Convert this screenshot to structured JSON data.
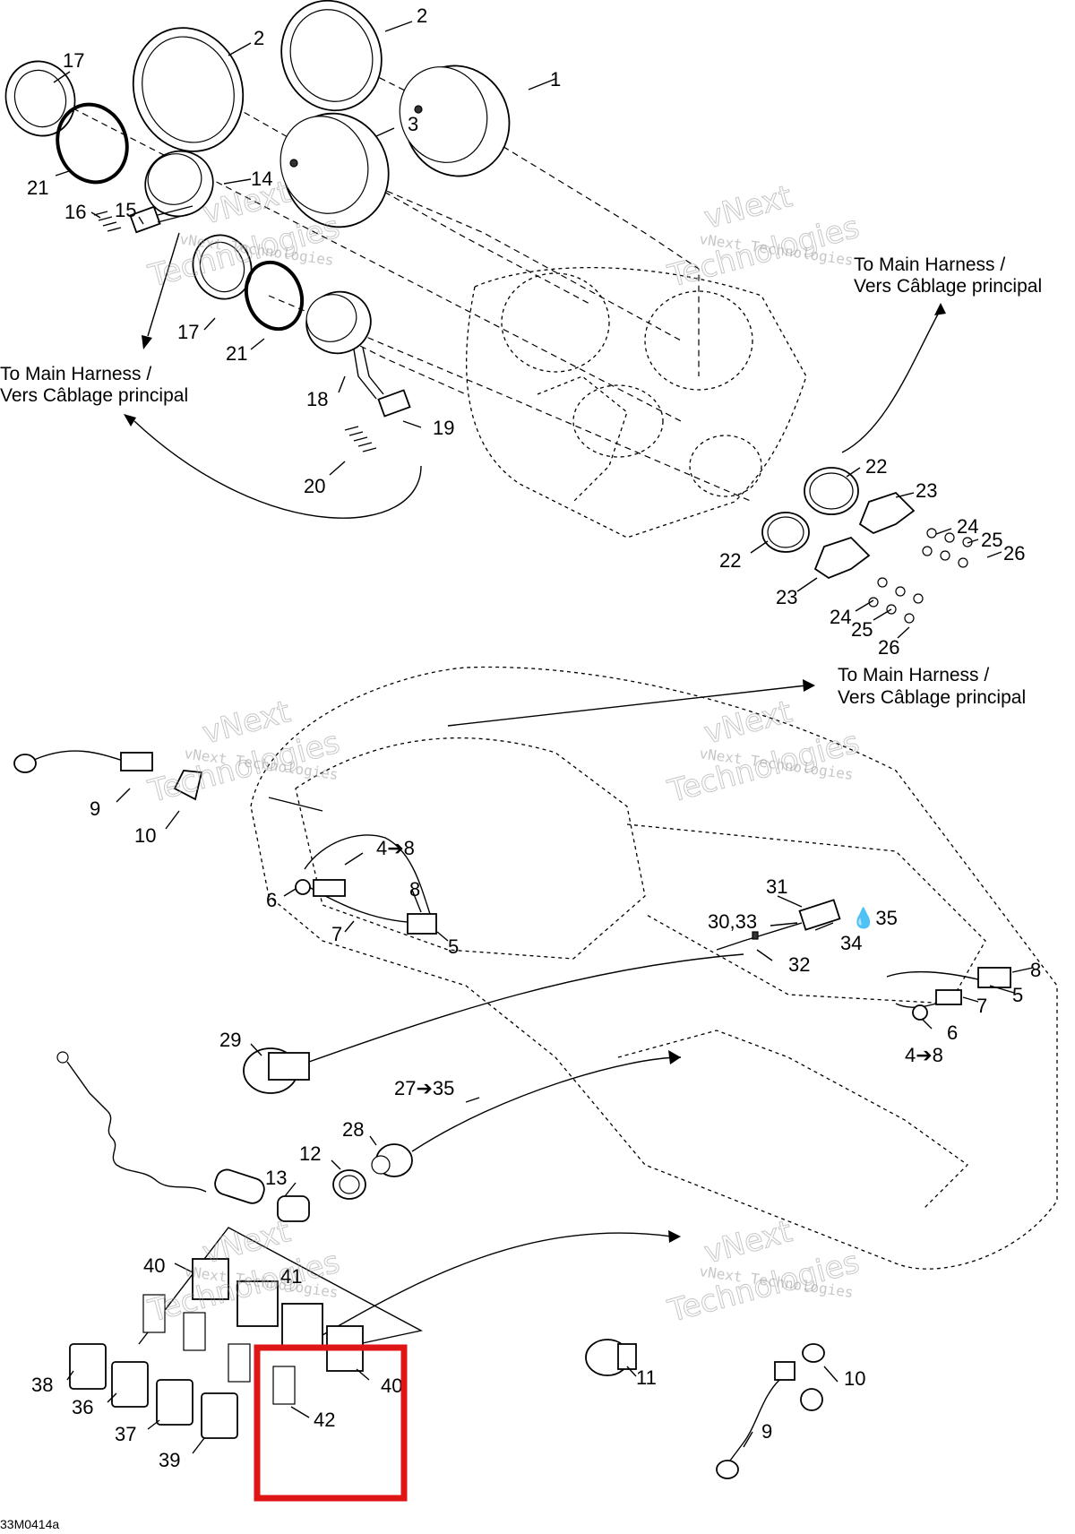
{
  "callouts": {
    "c1": "1",
    "c2a": "2",
    "c2b": "2",
    "c3": "3",
    "c14": "14",
    "c15": "15",
    "c16": "16",
    "c17a": "17",
    "c17b": "17",
    "c18": "18",
    "c19": "19",
    "c20": "20",
    "c21a": "21",
    "c21b": "21",
    "c22a": "22",
    "c22b": "22",
    "c23a": "23",
    "c23b": "23",
    "c24a": "24",
    "c24b": "24",
    "c25a": "25",
    "c25b": "25",
    "c26a": "26",
    "c26b": "26",
    "c9a": "9",
    "c10a": "10",
    "c4to8a": "4➔8",
    "c6a": "6",
    "c8a": "8",
    "c7a": "7",
    "c5a": "5",
    "c31": "31",
    "c3033": "30,33",
    "c35": "💧35",
    "c34": "34",
    "c32": "32",
    "c8b": "8",
    "c5b": "5",
    "c7b": "7",
    "c6b": "6",
    "c4to8b": "4➔8",
    "c29": "29",
    "c27to35": "27➔35",
    "c28": "28",
    "c12": "12",
    "c13": "13",
    "c40a": "40",
    "c41": "41",
    "c38": "38",
    "c36": "36",
    "c37": "37",
    "c39": "39",
    "c40b": "40",
    "c42": "42",
    "c11": "11",
    "c10b": "10",
    "c9b": "9"
  },
  "harness_labels": {
    "top_right_line1": "To Main Harness /",
    "top_right_line2": "Vers Câblage principal",
    "top_left_line1": "To Main Harness /",
    "top_left_line2": "Vers Câblage principal",
    "mid_right_line1": "To Main Harness /",
    "mid_right_line2": "Vers Câblage principal"
  },
  "watermark": {
    "line1": "vNext",
    "line2": "vNext Technologies",
    "line3": "Technologies"
  },
  "figure_ref": "33M0414a",
  "colors": {
    "highlight": "#e01515",
    "ink": "#000000",
    "watermark": "#9a9a9a"
  }
}
